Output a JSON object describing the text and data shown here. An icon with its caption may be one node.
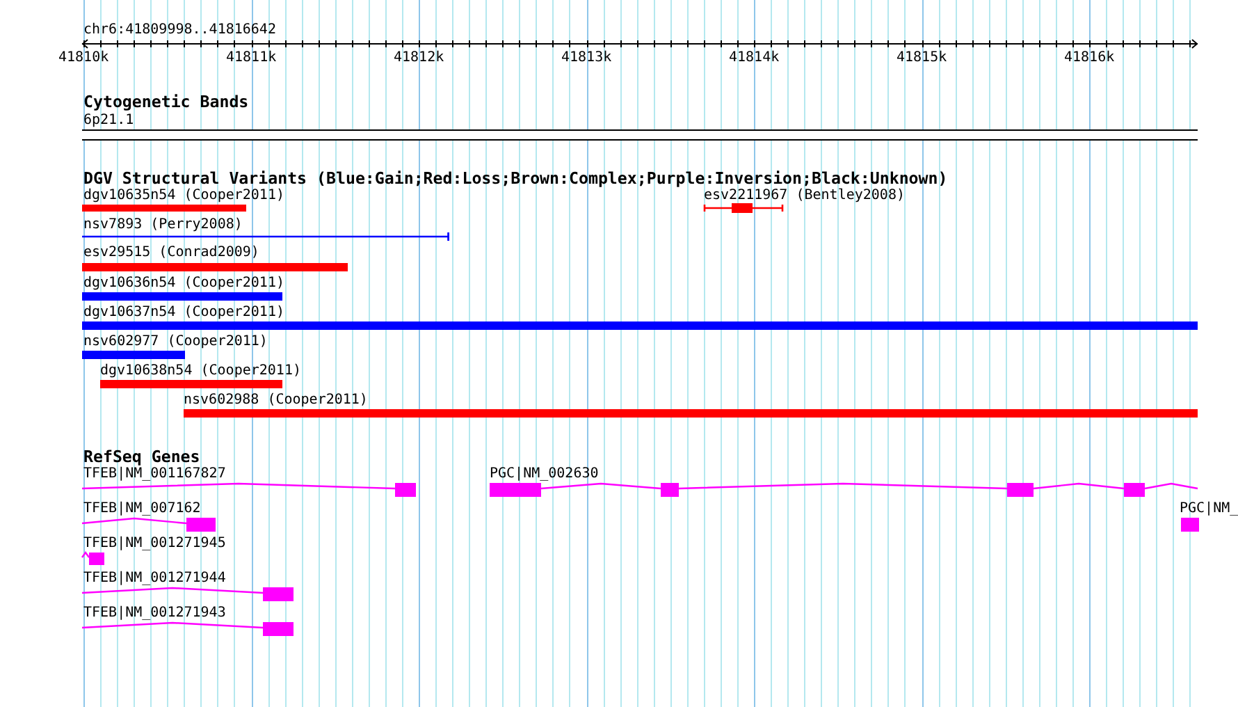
{
  "diagram": {
    "nodes": [
      {
        "text": [
          "6p21.1"
        ]
      },
      {
        "text": [
          "dgv10635n54 (Cooper2011)"
        ]
      },
      {
        "text": [
          "esv2211967 (Bentley2008)"
        ]
      },
      {
        "text": [
          "nsv7893 (Perry2008)"
        ]
      },
      {
        "text": [
          "esv29515 (Conrad2009)"
        ]
      },
      {
        "text": [
          "dgv10636n54 (Cooper2011)"
        ]
      },
      {
        "text": [
          "dgv10637n54 (Cooper2011)"
        ]
      },
      {
        "text": [
          "nsv602977 (Cooper2011)"
        ]
      },
      {
        "text": [
          "dgv10638n54 (Cooper2011)"
        ]
      },
      {
        "text": [
          "nsv602988 (Cooper2011)"
        ]
      },
      {
        "text": [
          "TFEB|NM_001167827"
        ]
      },
      {
        "text": [
          "PGC|NM_002630"
        ]
      },
      {
        "text": [
          "TFEB|NM_007162"
        ]
      },
      {
        "text": [
          "PGC|NM_"
        ]
      },
      {
        "text": [
          "TFEB|NM_001271945"
        ]
      },
      {
        "text": [
          "TFEB|NM_001271944"
        ]
      },
      {
        "text": [
          "TFEB|NM_001271943"
        ]
      }
    ],
    "labels": [
      "chr6:41809998..41816642",
      "41810k",
      "41811k",
      "41812k",
      "41813k",
      "41814k",
      "41815k",
      "41816k",
      "Cytogenetic Bands",
      "DGV Structural Variants (Blue:Gain;Red:Loss;Brown:Complex;Purple:Inversion;Black:Unknown)",
      "RefSeq Genes"
    ]
  }
}
